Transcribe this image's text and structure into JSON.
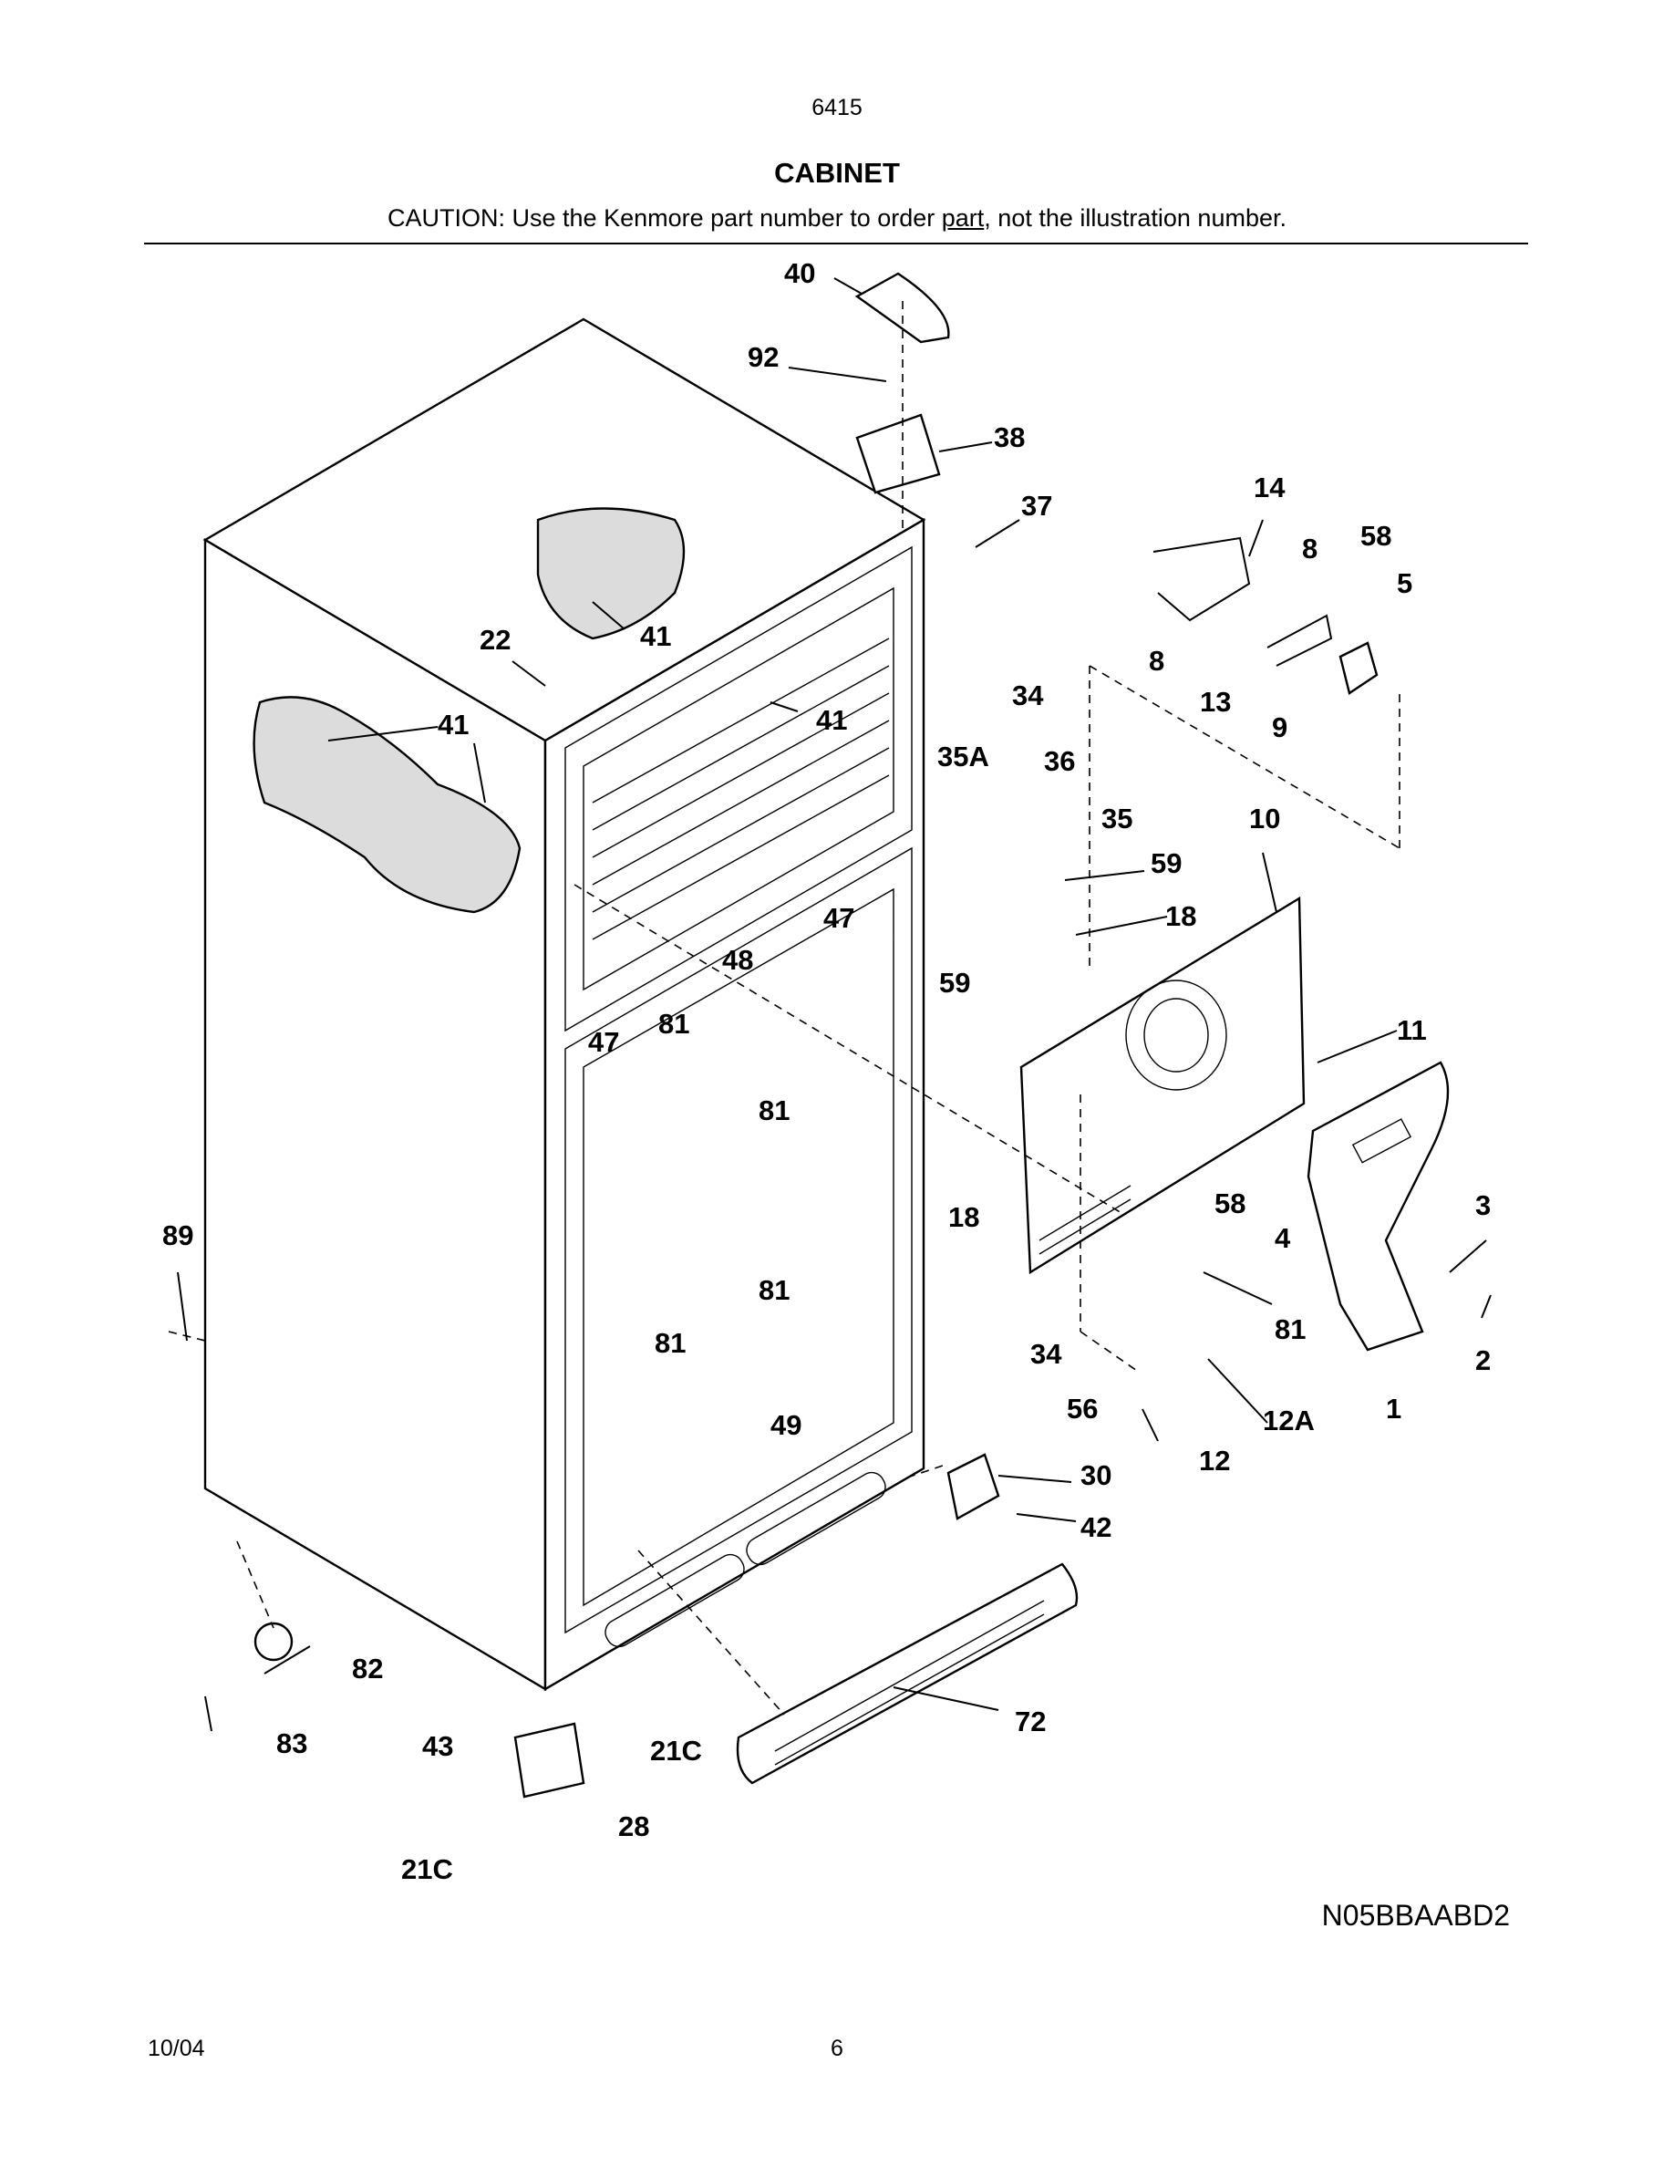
{
  "header": {
    "model": "6415",
    "title": "CABINET",
    "caution_before": "CAUTION: Use the Kenmore part number to order ",
    "caution_link": "part",
    "caution_after": ", not the illustration number."
  },
  "callouts": {
    "c40": "40",
    "c92": "92",
    "c38": "38",
    "c37": "37",
    "c14": "14",
    "c8a": "8",
    "c58a": "58",
    "c5": "5",
    "c8b": "8",
    "c13": "13",
    "c9": "9",
    "c22": "22",
    "c41a": "41",
    "c41b": "41",
    "c41c": "41",
    "c34a": "34",
    "c35A": "35A",
    "c36": "36",
    "c35": "35",
    "c10": "10",
    "c59a": "59",
    "c18a": "18",
    "c59b": "59",
    "c47a": "47",
    "c48": "48",
    "c47b": "47",
    "c81a": "81",
    "c81b": "81",
    "c11": "11",
    "c58b": "58",
    "c18b": "18",
    "c4": "4",
    "c3": "3",
    "c89": "89",
    "c81c": "81",
    "c81d": "81",
    "c81e": "81",
    "c2": "2",
    "c34b": "34",
    "c56": "56",
    "c12A": "12A",
    "c1": "1",
    "c49": "49",
    "c12": "12",
    "c30": "30",
    "c42": "42",
    "c82": "82",
    "c72": "72",
    "c83": "83",
    "c43": "43",
    "c21Ca": "21C",
    "c28": "28",
    "c21Cb": "21C"
  },
  "footer": {
    "drawing_code": "N05BBAABD2",
    "date": "10/04",
    "page_number": "6"
  }
}
